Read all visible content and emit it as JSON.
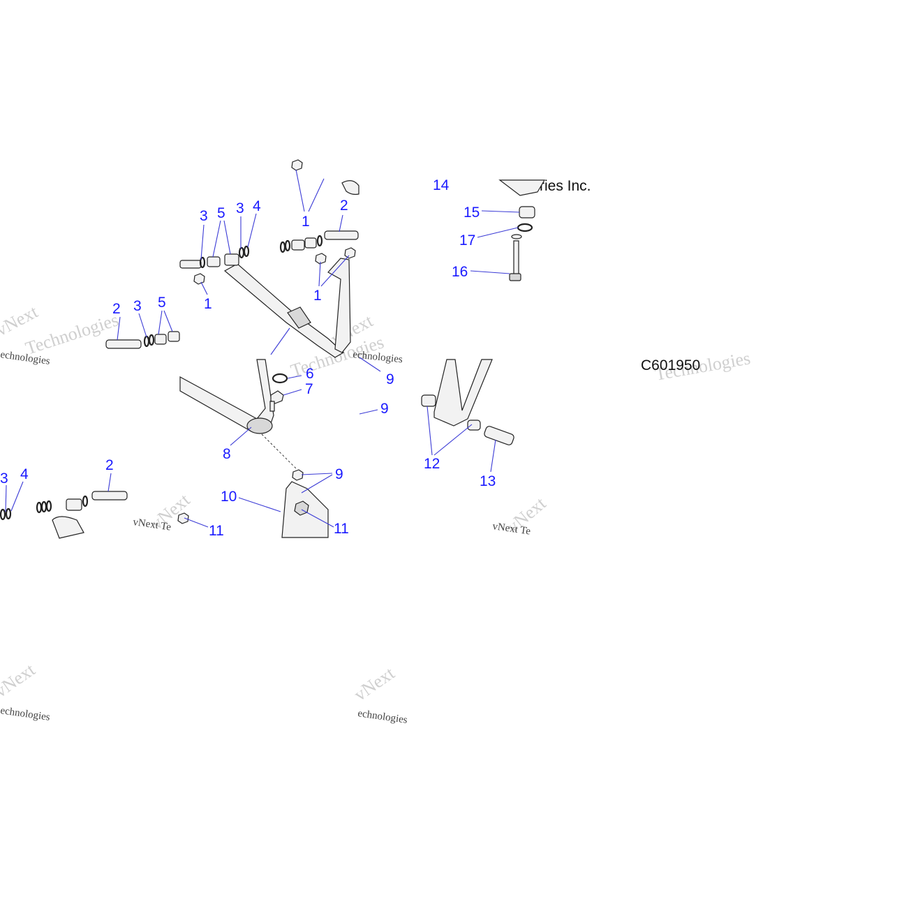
{
  "diagram_code": "C601950",
  "header_fragment": "ries Inc.",
  "watermarks": {
    "brand_a": "vNext",
    "brand_b": "Technologies",
    "tag_small": "vNext Te",
    "tag_small_b": "echnologies"
  },
  "callouts": {
    "c1": "1",
    "c2": "2",
    "c3": "3",
    "c4": "4",
    "c5": "5",
    "c6": "6",
    "c7": "7",
    "c8": "8",
    "c9": "9",
    "c10": "10",
    "c11": "11",
    "c12": "12",
    "c13": "13",
    "c14": "14",
    "c15": "15",
    "c16": "16",
    "c17": "17"
  },
  "colors": {
    "callout": "#1a1aff",
    "leader": "#3b3bd6",
    "watermark": "#cfcfcf"
  }
}
